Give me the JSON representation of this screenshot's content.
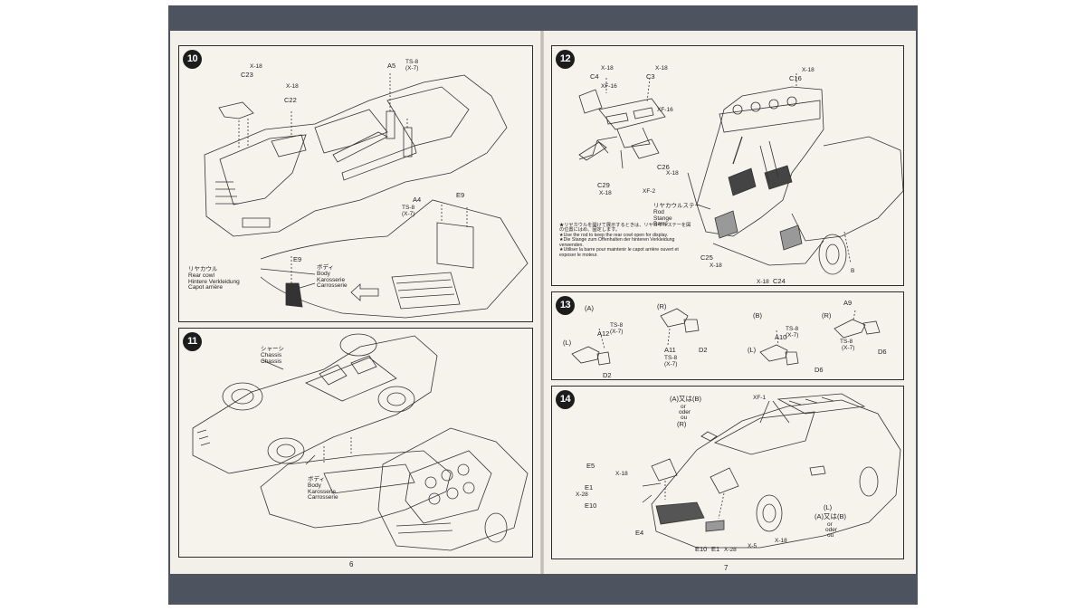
{
  "pages": {
    "left_number": "6",
    "right_number": "7"
  },
  "step10": {
    "number": "10",
    "labels": {
      "c23": "C23",
      "x18a": "X-18",
      "c22": "C22",
      "x18b": "X-18",
      "a5": "A5",
      "ts8a": "TS-8",
      "x7a": "(X-7)",
      "a4": "A4",
      "ts8b": "TS-8",
      "x7b": "(X-7)",
      "e9a": "E9",
      "e9b": "E9"
    },
    "rear_cowl": {
      "jp": "リヤカウル",
      "en": "Rear cowl",
      "de": "Hintere Verkleidung",
      "fr": "Capot arrière"
    },
    "body": {
      "jp": "ボディ",
      "en": "Body",
      "de": "Karosserie",
      "fr": "Carrosserie"
    }
  },
  "step11": {
    "number": "11",
    "chassis": {
      "jp": "シャーシ",
      "en": "Chassis",
      "de": "Chassis"
    },
    "body": {
      "jp": "ボディ",
      "en": "Body",
      "de": "Karosserie",
      "fr": "Carrosserie"
    }
  },
  "step12": {
    "number": "12",
    "labels": {
      "c4": "C4",
      "x18a": "X-18",
      "xf16a": "XF-16",
      "c3": "C3",
      "x18b": "X-18",
      "xf16b": "XF-16",
      "c16": "C16",
      "x18c": "X-18",
      "c26": "C26",
      "x18d": "X-18",
      "xf2": "XF-2",
      "c29": "C29",
      "x18e": "X-18",
      "c25": "C25",
      "x18f": "X-18",
      "c24": "C24",
      "x18g": "X-18",
      "b": "B"
    },
    "rod": {
      "jp": "リヤカウルステー",
      "en": "Rod",
      "de": "Stange",
      "fr": "Barre"
    },
    "note": {
      "jp": "★リヤカウルを開けて展示するときは、リヤカウルステーを図の位置にはめ、固定します。",
      "en": "★Use the rod to keep the rear cowl open for display.",
      "de": "★Die Stange zum Offenhalten der hinteren Verkleidung verwenden.",
      "fr": "★Utiliser la barre pour maintenir le capot arrière ouvert et exposer le moteur."
    }
  },
  "step13": {
    "number": "13",
    "labels": {
      "a_tag": "(A)",
      "r1": "(R)",
      "b_tag": "(B)",
      "r2": "(R)",
      "l1": "(L)",
      "l2": "(L)",
      "a12": "A12",
      "ts8a": "TS-8",
      "x7a": "(X-7)",
      "a11": "A11",
      "ts8b": "TS-8",
      "x7b": "(X-7)",
      "d2a": "D2",
      "d2b": "D2",
      "a10": "A10",
      "ts8c": "TS-8",
      "x7c": "(X-7)",
      "d6a": "D6",
      "d6b": "D6",
      "a9": "A9",
      "ts8d": "TS-8",
      "x7d": "(X-7)"
    }
  },
  "step14": {
    "number": "14",
    "labels": {
      "a_or_b_top": "(A)又は(B)",
      "or": "or",
      "oder": "oder",
      "ou": "ou",
      "r": "(R)",
      "xf1": "XF-1",
      "e5": "E5",
      "x18a": "X-18",
      "e1a": "E1",
      "x28a": "X-28",
      "e10a": "E10",
      "e4": "E4",
      "e10b": "E10",
      "e1b": "E1",
      "x28b": "X-28",
      "x5": "X-5",
      "x18b": "X-18",
      "l": "(L)",
      "a_or_b_bottom": "(A)又は(B)",
      "or2": "or",
      "oder2": "oder",
      "ou2": "ou"
    }
  }
}
